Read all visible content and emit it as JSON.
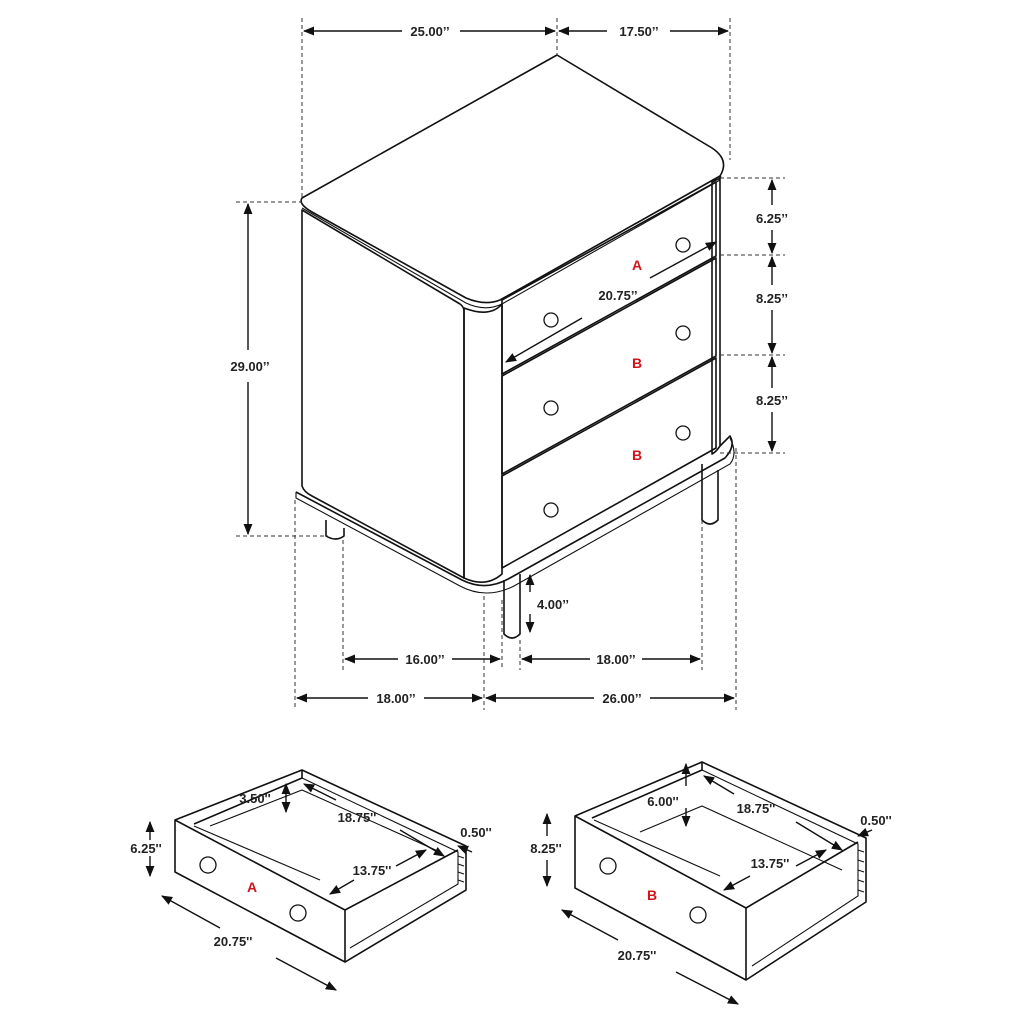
{
  "labels": {
    "drawer_top": "A",
    "drawer_middle": "B",
    "drawer_bottom": "B",
    "detail_a": "A",
    "detail_b": "B"
  },
  "dims": {
    "overall_width": "25.00’’",
    "overall_depth": "17.50’’",
    "overall_height": "29.00’’",
    "drawer_a_height": "6.25’’",
    "drawer_b1_height": "8.25’’",
    "drawer_b2_height": "8.25’’",
    "drawer_front_width": "20.75’’",
    "leg_height": "4.00’’",
    "leg_span_side": "16.00’’",
    "leg_span_front": "18.00’’",
    "base_depth": "18.00’’",
    "base_width": "26.00’’",
    "a_inner_height": "3.50''",
    "a_inner_depth": "18.75''",
    "a_side_thickness": "0.50''",
    "a_front_height": "6.25''",
    "a_inner_width": "13.75''",
    "a_front_width": "20.75''",
    "b_inner_height": "6.00''",
    "b_inner_depth": "18.75''",
    "b_side_thickness": "0.50''",
    "b_front_height": "8.25''",
    "b_inner_width": "13.75''",
    "b_front_width": "20.75''"
  }
}
